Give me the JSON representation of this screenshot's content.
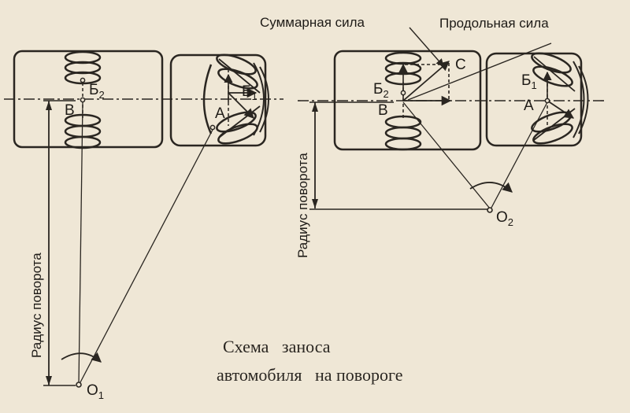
{
  "labels": {
    "summary_force": "Суммарная сила",
    "longitudinal_force": "Продольная сила",
    "radius_left": "Радиус поворота",
    "radius_right": "Радиус поворота",
    "point_b2_left": "Б",
    "point_b2_left_sub": "2",
    "point_b1_left": "Б",
    "point_b1_left_sub": "1",
    "point_b_left": "В",
    "point_a_left": "А",
    "point_o1": "О",
    "point_o1_sub": "1",
    "point_b2_right": "Б",
    "point_b2_right_sub": "2",
    "point_b1_right": "Б",
    "point_b1_right_sub": "1",
    "point_b_right": "В",
    "point_a_right": "А",
    "point_c": "С",
    "point_o2": "О",
    "point_o2_sub": "2"
  },
  "caption": {
    "line1": "Схема   заноса",
    "line2": "автомобиля   на повороге"
  },
  "colors": {
    "ink": "#2a2621",
    "paper": "#efe7d6"
  }
}
